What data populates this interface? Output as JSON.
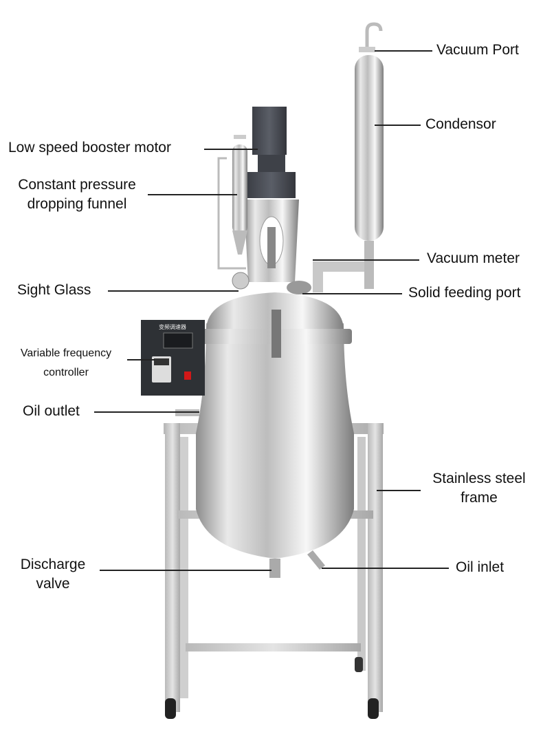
{
  "labels": {
    "vacuum_port": "Vacuum Port",
    "condensor": "Condensor",
    "motor": "Low speed booster motor",
    "funnel_line1": "Constant pressure",
    "funnel_line2": "dropping funnel",
    "vacuum_meter": "Vacuum meter",
    "sight_glass": "Sight Glass",
    "solid_feeding_port": "Solid feeding port",
    "vfc_line1": "Variable frequency",
    "vfc_line2": "controller",
    "oil_outlet": "Oil outlet",
    "frame_line1": "Stainless steel",
    "frame_line2": "frame",
    "discharge_line1": "Discharge",
    "discharge_line2": "valve",
    "oil_inlet": "Oil inlet"
  },
  "controller_panel": {
    "title": "变频调速器"
  },
  "colors": {
    "steel_light": "#f2f2f2",
    "steel_dark": "#8a8a8a",
    "motor": "#4a4d55",
    "panel": "#2e3135",
    "switch": "#d21818"
  }
}
